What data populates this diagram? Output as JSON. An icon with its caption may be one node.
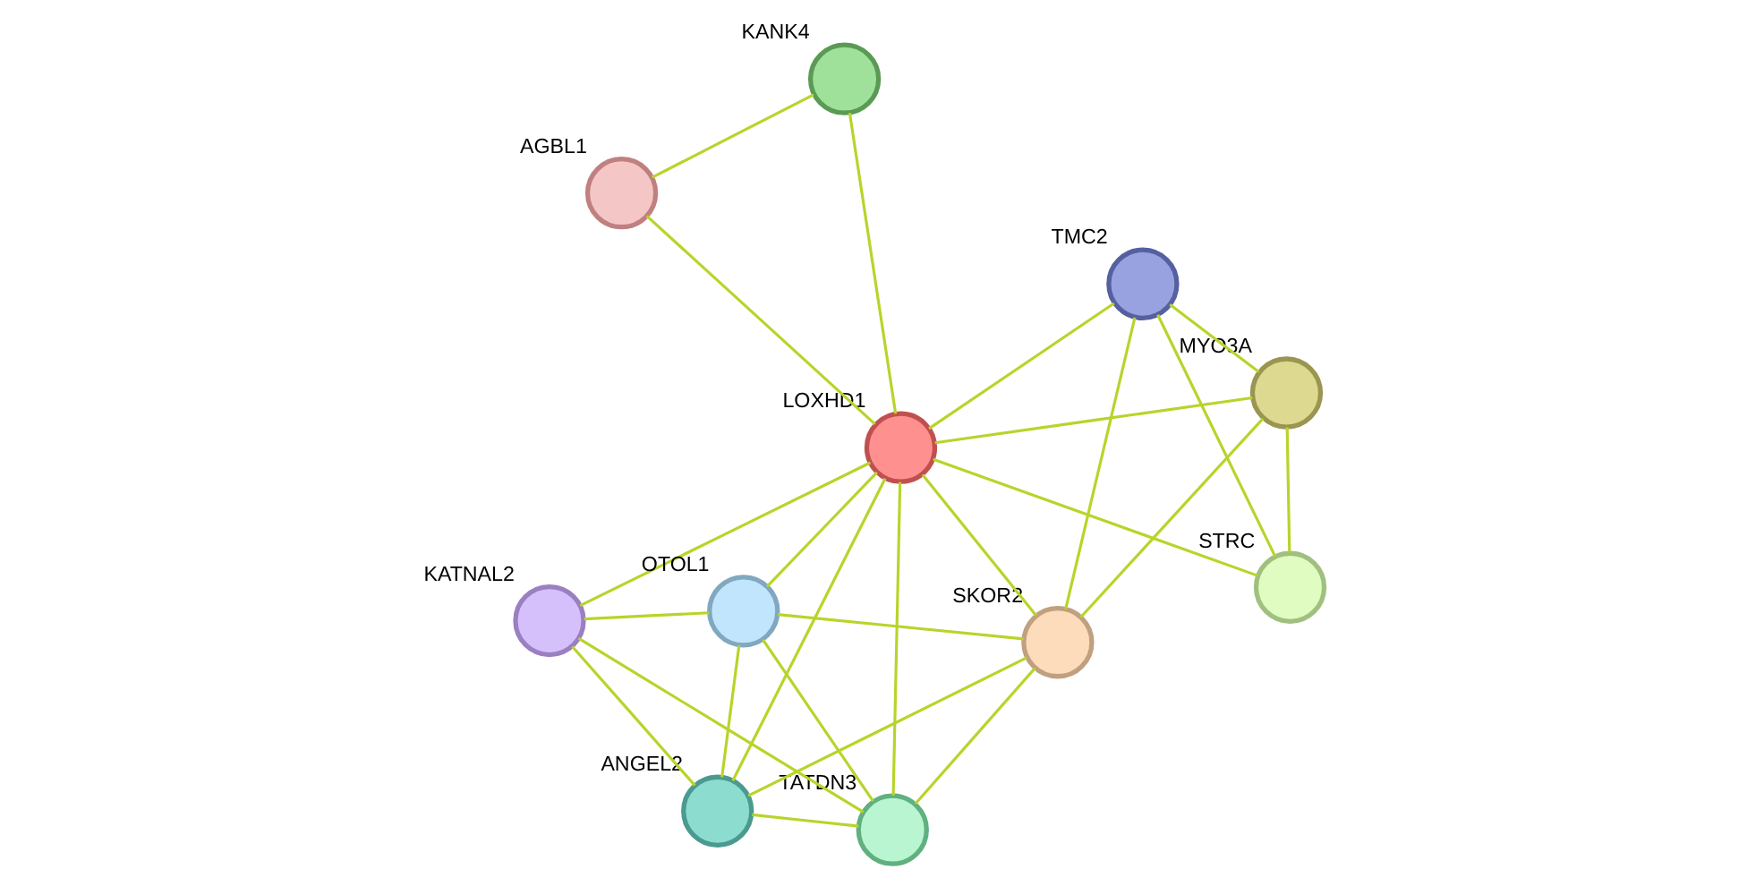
{
  "diagram": {
    "nodes": [
      {
        "text": [
          "AGBL1"
        ]
      },
      {
        "text": [
          "KANK4"
        ]
      },
      {
        "text": [
          "STRC"
        ]
      },
      {
        "text": [
          "LOXHD1"
        ]
      },
      {
        "text": [
          "MYO3A"
        ]
      },
      {
        "text": [
          "TMC2"
        ]
      },
      {
        "text": [
          "ANGEL2"
        ]
      },
      {
        "text": [
          "SKOR2"
        ]
      },
      {
        "text": [
          "KATNAL2"
        ]
      },
      {
        "text": [
          "TATDN3"
        ]
      },
      {
        "text": [
          "OTOL1"
        ]
      }
    ],
    "edges": [
      {
        "from": 1,
        "to": 0,
        "arrow": "none"
      },
      {
        "from": 1,
        "to": 3,
        "arrow": "none"
      },
      {
        "from": 0,
        "to": 3,
        "arrow": "none"
      },
      {
        "from": 3,
        "to": 2,
        "arrow": "none"
      },
      {
        "from": 3,
        "to": 4,
        "arrow": "none"
      },
      {
        "from": 3,
        "to": 5,
        "arrow": "none"
      },
      {
        "from": 2,
        "to": 4,
        "arrow": "none"
      },
      {
        "from": 2,
        "to": 5,
        "arrow": "none"
      },
      {
        "from": 4,
        "to": 5,
        "arrow": "none"
      },
      {
        "from": 4,
        "to": 7,
        "arrow": "none"
      },
      {
        "from": 5,
        "to": 7,
        "arrow": "none"
      },
      {
        "from": 3,
        "to": 7,
        "arrow": "none"
      },
      {
        "from": 3,
        "to": 6,
        "arrow": "none"
      },
      {
        "from": 3,
        "to": 8,
        "arrow": "none"
      },
      {
        "from": 3,
        "to": 9,
        "arrow": "none"
      },
      {
        "from": 3,
        "to": 10,
        "arrow": "none"
      },
      {
        "from": 6,
        "to": 8,
        "arrow": "none"
      },
      {
        "from": 6,
        "to": 9,
        "arrow": "none"
      },
      {
        "from": 6,
        "to": 7,
        "arrow": "none"
      },
      {
        "from": 6,
        "to": 10,
        "arrow": "none"
      },
      {
        "from": 8,
        "to": 9,
        "arrow": "none"
      },
      {
        "from": 8,
        "to": 10,
        "arrow": "none"
      },
      {
        "from": 9,
        "to": 10,
        "arrow": "none"
      },
      {
        "from": 9,
        "to": 7,
        "arrow": "none"
      },
      {
        "from": 10,
        "to": 7,
        "arrow": "none"
      }
    ]
  }
}
